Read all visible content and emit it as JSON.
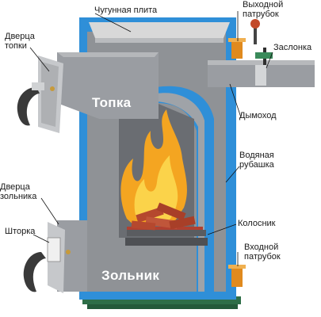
{
  "labels": {
    "cast_iron_plate": "Чугунная плита",
    "outlet_pipe": "Выходной\nпатрубок",
    "firebox_door": "Дверца\nтопки",
    "damper": "Заслонка",
    "firebox": "Топка",
    "chimney": "Дымоход",
    "water_jacket": "Водяная\nрубашка",
    "ash_door": "Дверца\nзольника",
    "shutter": "Шторка",
    "grate": "Колосник",
    "ash_pit": "Зольник",
    "inlet_pipe": "Входной\nпатрубок"
  },
  "colors": {
    "steel": "#8f9296",
    "water_jacket": "#2f8fd8",
    "plate": "#d8d8d8",
    "fire": "#f4a521",
    "pipe_orange": "#e08a1e",
    "handle_green": "#3a8a5a",
    "door_handle": "#3a3a3a",
    "base_green": "#2e6e48"
  }
}
